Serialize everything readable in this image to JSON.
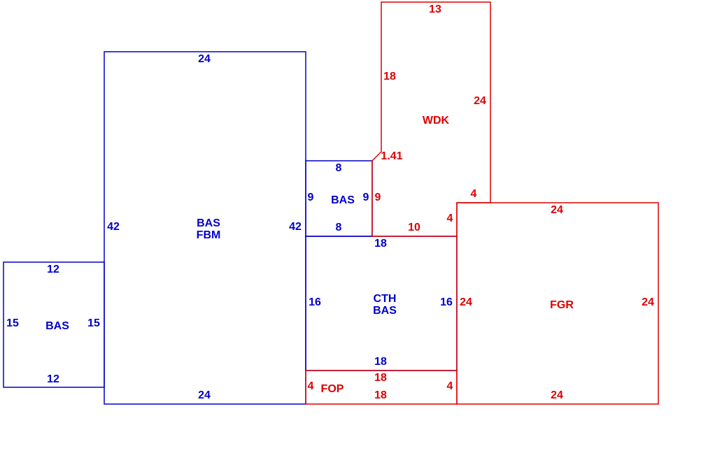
{
  "colors": {
    "living": "#0000cc",
    "other": "#dd0000"
  },
  "areas": [
    {
      "id": "bas-left",
      "labels": [
        "BAS"
      ],
      "kind": "living",
      "dims": [
        "12",
        "15",
        "12",
        "15"
      ]
    },
    {
      "id": "bas-fbm",
      "labels": [
        "BAS",
        "FBM"
      ],
      "kind": "living",
      "dims": [
        "24",
        "42",
        "24",
        "42"
      ]
    },
    {
      "id": "bas-small",
      "labels": [
        "BAS"
      ],
      "kind": "living",
      "dims": [
        "8",
        "9",
        "8",
        "9"
      ]
    },
    {
      "id": "cth-bas",
      "labels": [
        "CTH",
        "BAS"
      ],
      "kind": "living",
      "dims": [
        "18",
        "16",
        "18",
        "16"
      ]
    },
    {
      "id": "fop",
      "labels": [
        "FOP"
      ],
      "kind": "other",
      "dims": [
        "18",
        "4",
        "18",
        "4"
      ]
    },
    {
      "id": "wdk",
      "labels": [
        "WDK"
      ],
      "kind": "other",
      "dims": [
        "13",
        "24",
        "4",
        "4",
        "10",
        "9",
        "1.41",
        "18"
      ]
    },
    {
      "id": "fgr",
      "labels": [
        "FGR"
      ],
      "kind": "other",
      "dims": [
        "24",
        "24",
        "24",
        "24"
      ]
    }
  ]
}
